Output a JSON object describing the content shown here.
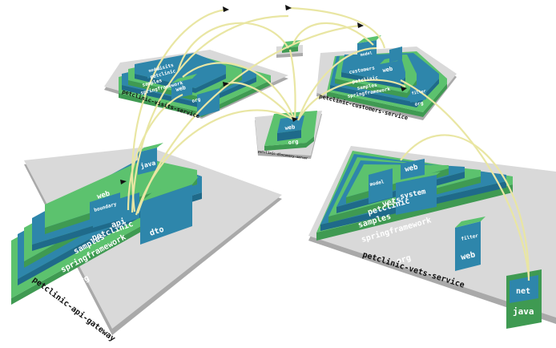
{
  "colors": {
    "background": "#ffffff",
    "plate": "#d9d9d9",
    "plate_edge": "#a9a9a9",
    "green": "#5cc26e",
    "green_dark": "#3f9a52",
    "blue": "#2e86ab",
    "blue_dark": "#1f6a8a",
    "arc": "#e9e6a3",
    "arc_edge": "#cfcc7e"
  },
  "plates": {
    "api_gateway": "petclinic-api-gateway",
    "vets_service": "petclinic-vets-service",
    "visits_service": "petclinic-visits-service",
    "customers_service": "petclinic-customers-service",
    "discovery_server": "petclinic-discovery-server"
  },
  "gateway": {
    "org": "org",
    "springframework": "springframework",
    "samples": "samples",
    "petclinic": "petclinic",
    "api": "api",
    "web": "web",
    "dto": "dto",
    "boundary": "boundary",
    "java": "java"
  },
  "vets": {
    "org": "org",
    "springframework": "springframework",
    "samples": "samples",
    "petclinic": "petclinic",
    "vets": "vets",
    "web": "web",
    "system": "system",
    "model": "model",
    "filter": "filter",
    "web2": "web",
    "net": "net",
    "java": "java"
  },
  "visits": {
    "org": "org",
    "springframework": "springframework",
    "samples": "samples",
    "petclinic": "petclinic",
    "visits": "visits",
    "web": "web",
    "model": "model"
  },
  "customers": {
    "org": "org",
    "springframework": "springframework",
    "samples": "samples",
    "petclinic": "petclinic",
    "customers": "customers",
    "web": "web",
    "model": "model",
    "filter": "filter"
  },
  "discovery": {
    "org": "org",
    "web": "web"
  }
}
